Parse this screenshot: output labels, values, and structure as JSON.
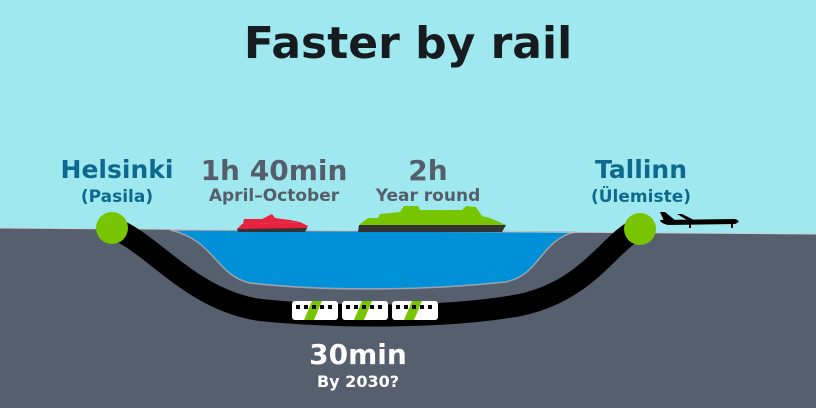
{
  "title": "Faster by rail",
  "cities": {
    "helsinki": {
      "name": "Helsinki",
      "station": "(Pasila)"
    },
    "tallinn": {
      "name": "Tallinn",
      "station": "(Ülemiste)"
    }
  },
  "ferries": {
    "fast": {
      "time": "1h 40min",
      "season": "April–October",
      "color": "#e8223e"
    },
    "regular": {
      "time": "2h",
      "season": "Year round",
      "color": "#77c500"
    }
  },
  "rail": {
    "time": "30min",
    "note": "By 2030?"
  },
  "colors": {
    "sky": "#a0e8ef",
    "ground": "#565f6e",
    "water": "#0090d8",
    "station": "#77c500"
  }
}
